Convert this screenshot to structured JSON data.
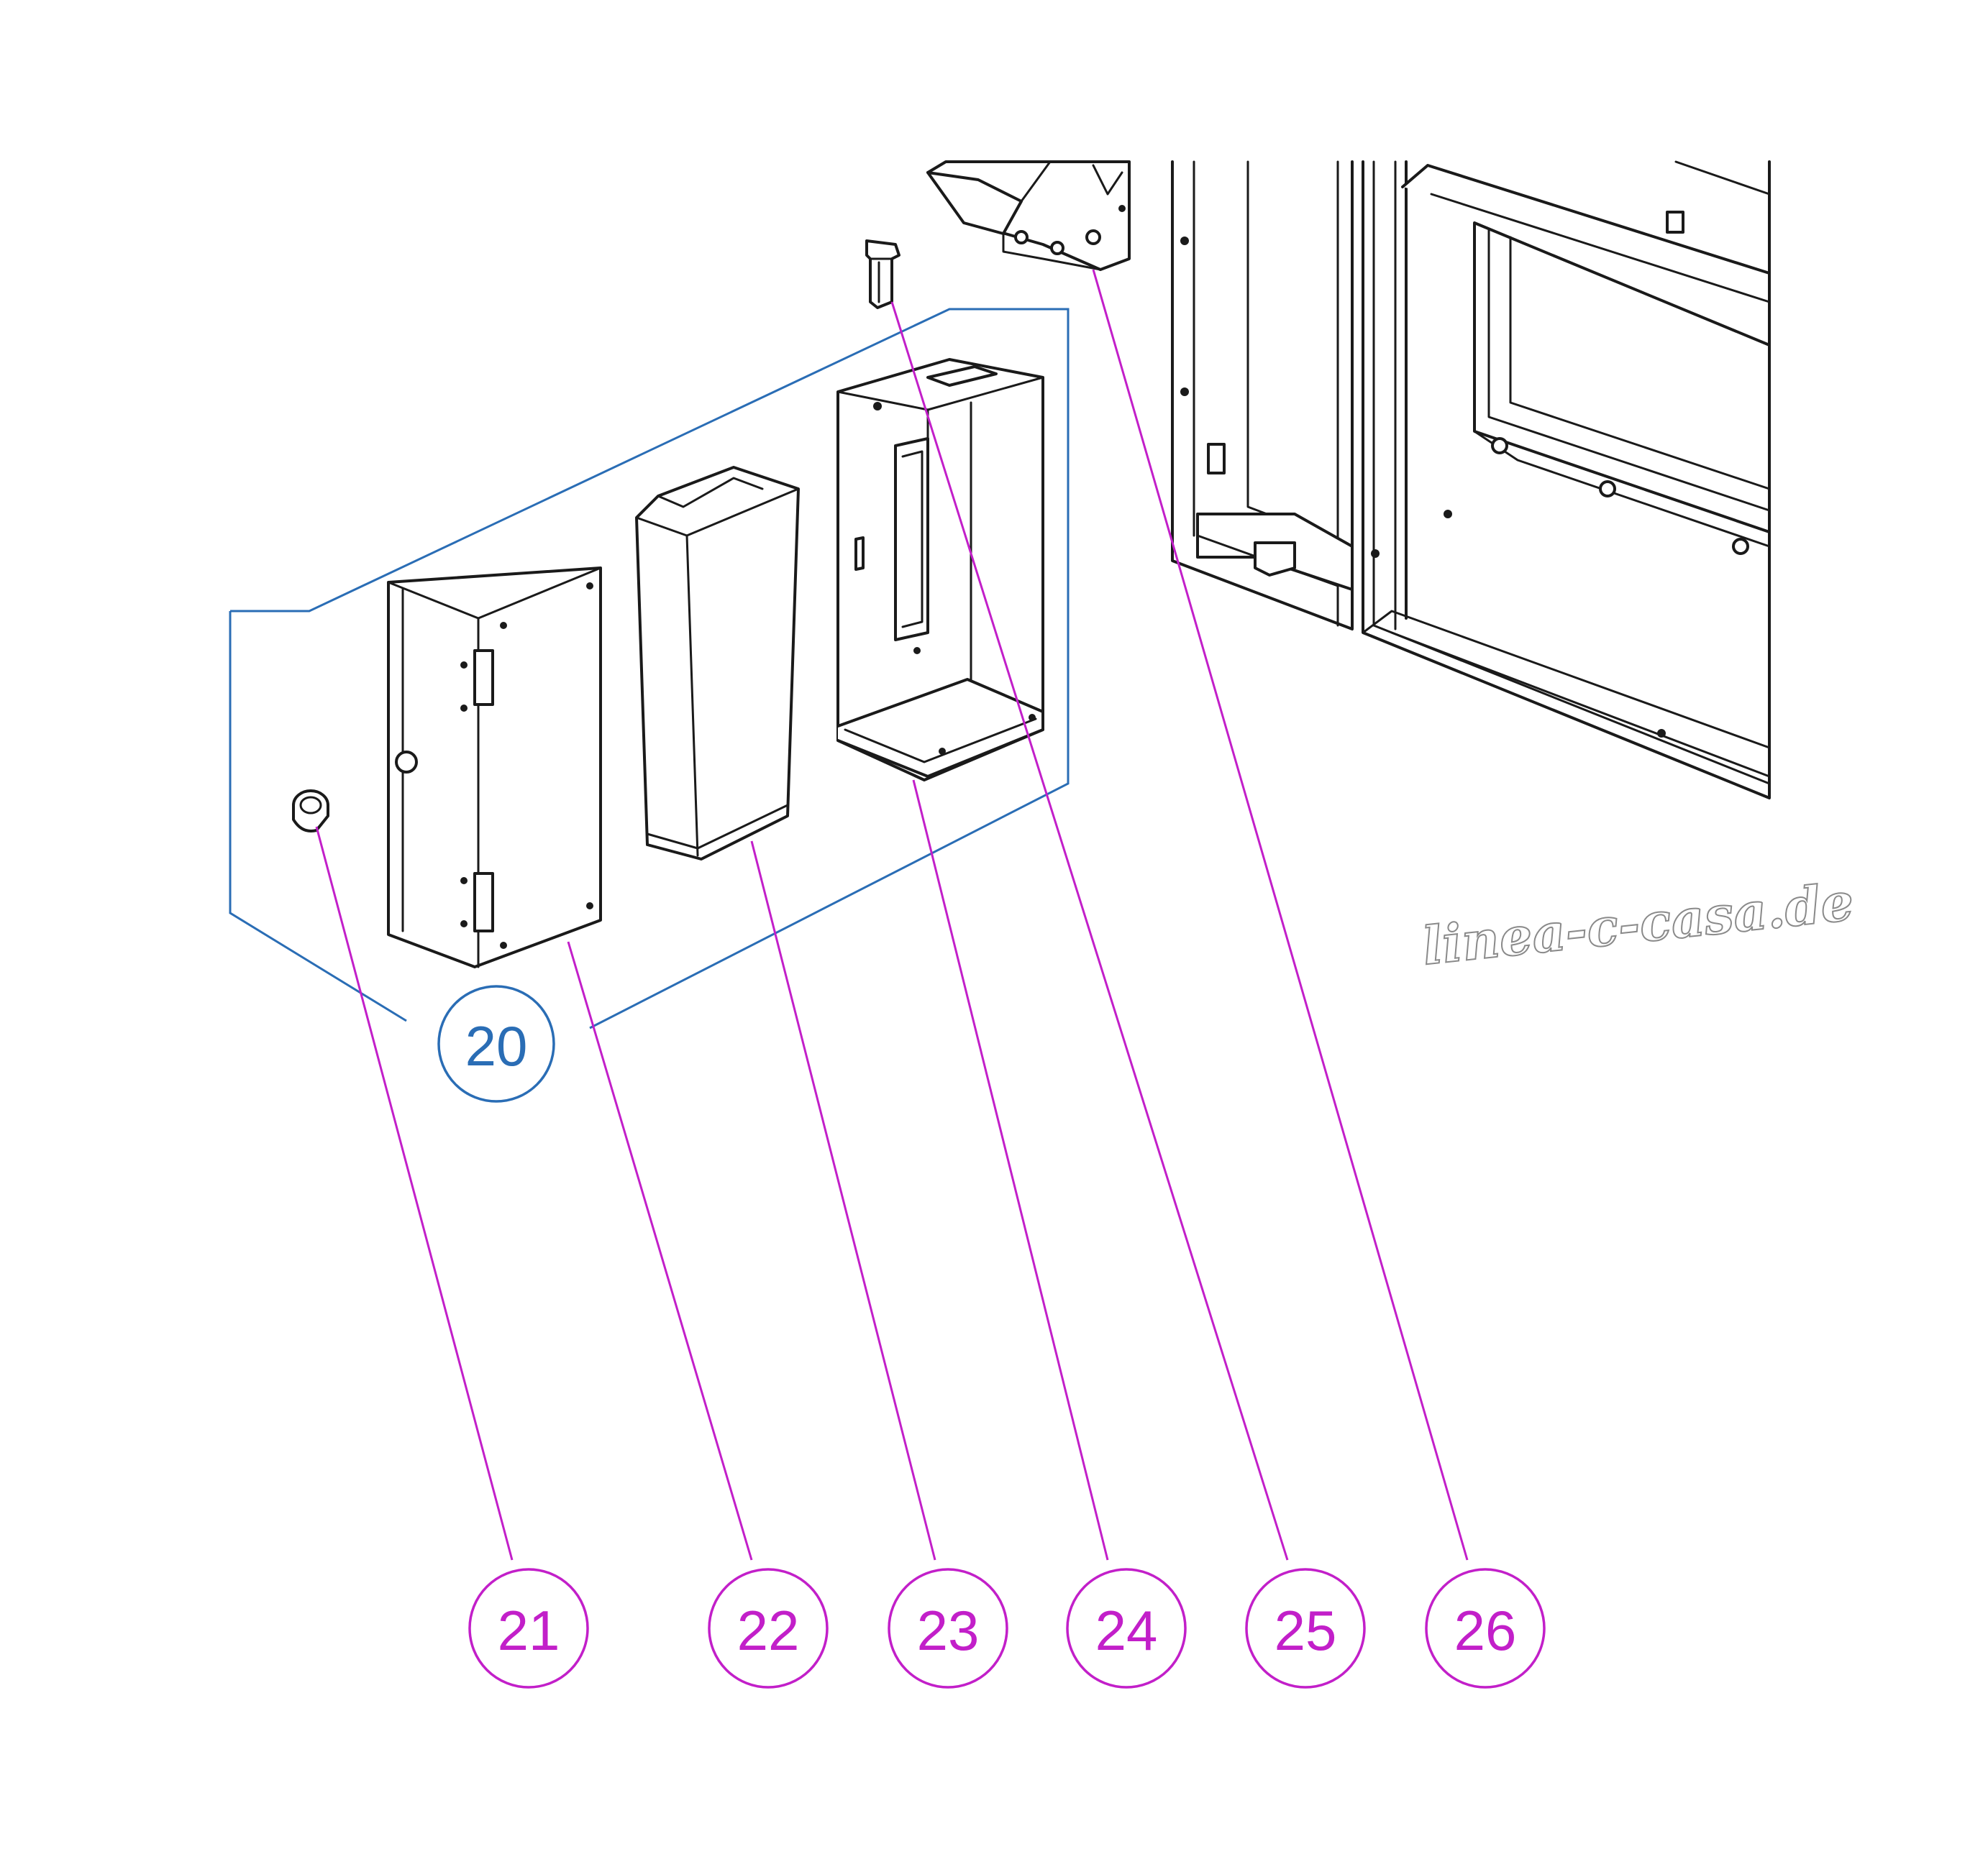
{
  "colors": {
    "group_callout": "#2a6db5",
    "part_callout": "#c21fc9",
    "line_art": "#1a1a1a"
  },
  "group_callout": {
    "label": "20"
  },
  "part_callouts": [
    {
      "id": "21",
      "label": "21"
    },
    {
      "id": "22",
      "label": "22"
    },
    {
      "id": "23",
      "label": "23"
    },
    {
      "id": "24",
      "label": "24"
    },
    {
      "id": "25",
      "label": "25"
    },
    {
      "id": "26",
      "label": "26"
    }
  ],
  "watermark": {
    "text": "linea-c-casa.de"
  }
}
